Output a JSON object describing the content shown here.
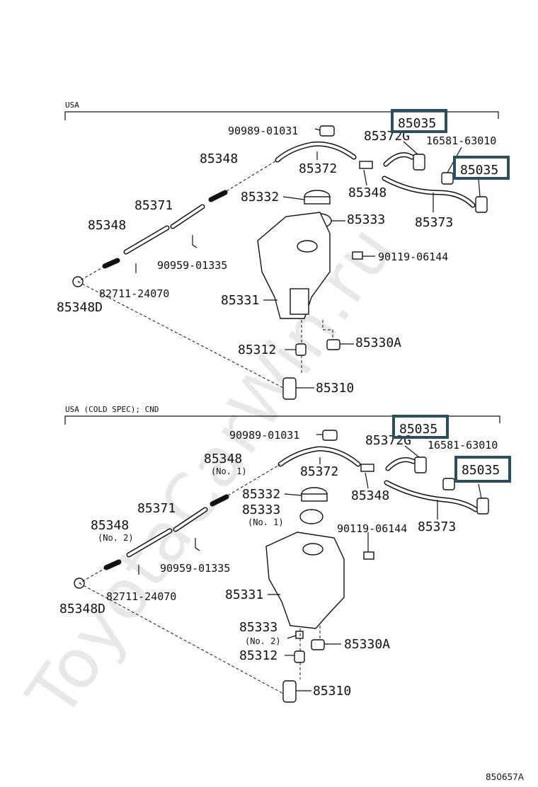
{
  "watermark": "ToyotaCarWin.ru",
  "diagram_code": "850657A",
  "sections": [
    {
      "header": "USA",
      "labels": {
        "p90989": "90989-01031",
        "p85372g": "85372G",
        "p16581": "16581-63010",
        "p85035a": "85035",
        "p85035b": "85035",
        "p85348top": "85348",
        "p85372": "85372",
        "p85348r": "85348",
        "p85332": "85332",
        "p85373": "85373",
        "p85371": "85371",
        "p85348l": "85348",
        "p85333": "85333",
        "p90119": "90119-06144",
        "p90959": "90959-01335",
        "p82711": "82711-24070",
        "p85348d": "85348D",
        "p85331": "85331",
        "p85312": "85312",
        "p85330a": "85330A",
        "p85310": "85310"
      }
    },
    {
      "header": "USA (COLD SPEC); CND",
      "labels": {
        "p90989": "90989-01031",
        "p85372g": "85372G",
        "p16581": "16581-63010",
        "p85035a": "85035",
        "p85035b": "85035",
        "p85348top": "85348",
        "p85348top_note": "(No. 1)",
        "p85372": "85372",
        "p85348r": "85348",
        "p85332": "85332",
        "p85333a": "85333",
        "p85333a_note": "(No. 1)",
        "p90119": "90119-06144",
        "p85373": "85373",
        "p85371": "85371",
        "p85348l": "85348",
        "p85348l_note": "(No. 2)",
        "p90959": "90959-01335",
        "p82711": "82711-24070",
        "p85348d": "85348D",
        "p85331": "85331",
        "p85333b": "85333",
        "p85333b_note": "(No. 2)",
        "p85330a": "85330A",
        "p85312": "85312",
        "p85310": "85310"
      }
    }
  ]
}
